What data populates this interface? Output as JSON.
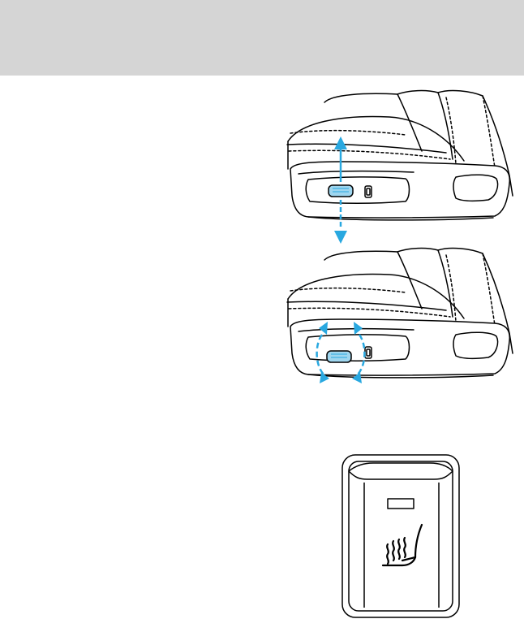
{
  "page": {
    "header_color": "#d5d5d5"
  },
  "figures": [
    {
      "id": "seat-vertical-adjust",
      "icon": "power-seat-up-down-illustration",
      "arrow_color": "#29a8e0"
    },
    {
      "id": "seat-tilt-adjust",
      "icon": "power-seat-tilt-illustration",
      "arrow_color": "#29a8e0"
    },
    {
      "id": "heated-seat-switch",
      "icon": "heated-seat-icon"
    }
  ]
}
